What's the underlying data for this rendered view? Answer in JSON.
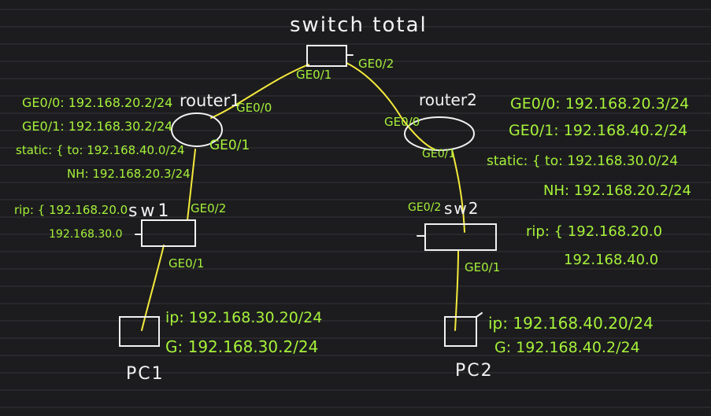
{
  "title": "switch total",
  "colors": {
    "background": "#1c1c1e",
    "ruled_line": "#34343a",
    "white_ink": "#f2f2f2",
    "green_ink": "#a6f23a",
    "yellow_ink": "#f4ea3c"
  },
  "nodes": {
    "switch_total_label": "switch total",
    "router1_label": "router1",
    "router2_label": "router2",
    "sw1_label": "sw1",
    "sw2_label": "sw2",
    "pc1_label": "PC1",
    "pc2_label": "PC2"
  },
  "ports": {
    "st_ge01": "GE0/1",
    "st_ge02": "GE0/2",
    "r1_ge00": "GE0/0",
    "r1_ge01": "GE0/1",
    "r2_ge00": "GE0/0",
    "r2_ge01": "GE0/1",
    "sw1_ge02": "GE0/2",
    "sw1_ge01": "GE0/1",
    "sw2_ge02": "GE0/2",
    "sw2_ge01": "GE0/1"
  },
  "router1_config": {
    "ge00": "GE0/0: 192.168.20.2/24",
    "ge01": "GE0/1: 192.168.30.2/24",
    "static_to": "static: { to: 192.168.40.0/24",
    "static_nh": "NH: 192.168.20.3/24",
    "rip_1": "rip: { 192.168.20.0",
    "rip_2": "192.168.30.0"
  },
  "router2_config": {
    "ge00": "GE0/0: 192.168.20.3/24",
    "ge01": "GE0/1: 192.168.40.2/24",
    "static_to": "static: { to: 192.168.30.0/24",
    "static_nh": "NH: 192.168.20.2/24",
    "rip_1": "rip: { 192.168.20.0",
    "rip_2": "192.168.40.0"
  },
  "pc1_config": {
    "ip": "ip: 192.168.30.20/24",
    "gw": "G: 192.168.30.2/24"
  },
  "pc2_config": {
    "ip": "ip: 192.168.40.20/24",
    "gw": "G: 192.168.40.2/24"
  }
}
